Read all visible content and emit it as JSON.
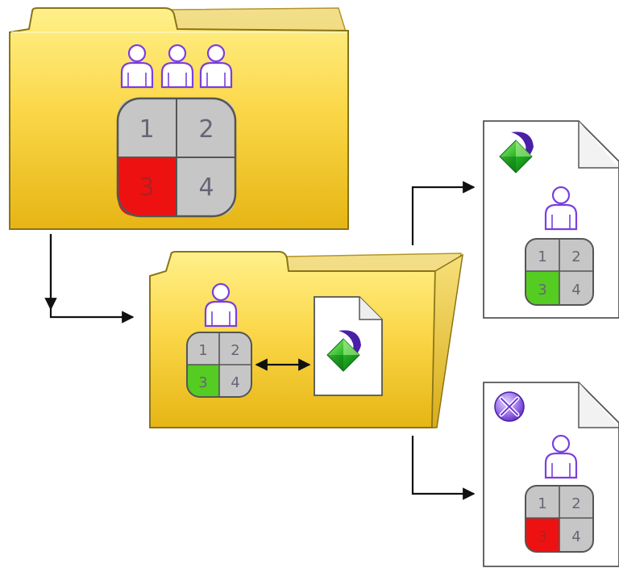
{
  "colors": {
    "folder_light": "#fde46a",
    "folder_dark": "#e3b716",
    "folder_stroke": "#8a7418",
    "grid_gray": "#c6c6c6",
    "red": "#ee1111",
    "green": "#55cc22",
    "person": "#7a3fe0",
    "arrow": "#111111",
    "page_stroke": "#555555"
  },
  "top_folder": {
    "people_count": 3,
    "grid": {
      "cells": [
        "1",
        "2",
        "3",
        "4"
      ],
      "highlight_cell": "3",
      "highlight_color": "red"
    }
  },
  "middle_folder": {
    "grid": {
      "cells": [
        "1",
        "2",
        "3",
        "4"
      ],
      "highlight_cell": "3",
      "highlight_color": "green"
    },
    "document_icon": "green-diamond-swoosh-icon",
    "link": "two-way-arrow"
  },
  "allowed_document": {
    "badge_icon": "green-diamond-swoosh-icon",
    "grid": {
      "cells": [
        "1",
        "2",
        "3",
        "4"
      ],
      "highlight_cell": "3",
      "highlight_color": "green"
    }
  },
  "denied_document": {
    "badge_icon": "purple-x-circle-icon",
    "grid": {
      "cells": [
        "1",
        "2",
        "3",
        "4"
      ],
      "highlight_cell": "3",
      "highlight_color": "red"
    }
  }
}
